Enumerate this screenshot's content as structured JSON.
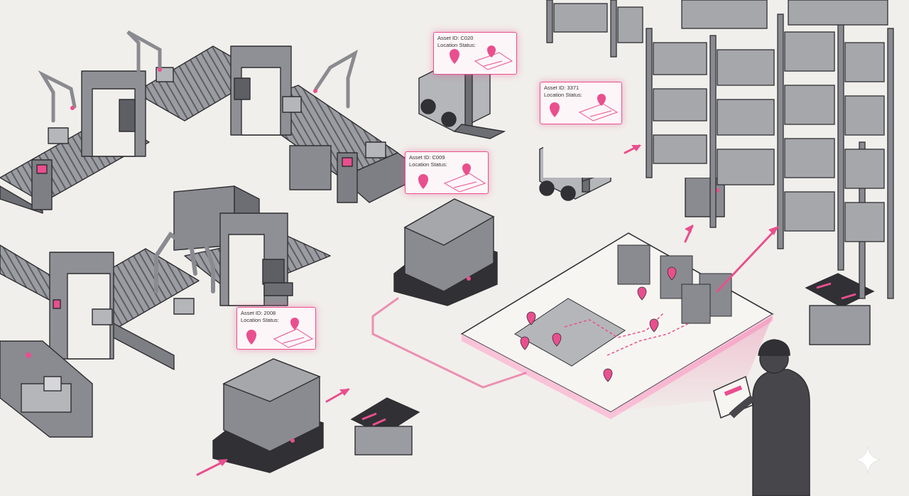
{
  "scene": {
    "description_free": true,
    "accent_color": "#e94f8e",
    "line_color": "#2f2f33",
    "machine_color": "#8a8b90",
    "background_color": "#f1efeb"
  },
  "asset_tags": [
    {
      "id_label": "Asset ID: C020",
      "status_label": "Location Status:"
    },
    {
      "id_label": "Asset ID: 3371",
      "status_label": "Location Status:"
    },
    {
      "id_label": "Asset ID: C009",
      "status_label": "Location Status:"
    },
    {
      "id_label": "Asset ID: 2008",
      "status_label": "Location Status:"
    }
  ],
  "icons": [
    "map-pin-icon",
    "route-arrow-icon",
    "sparkle-icon"
  ]
}
